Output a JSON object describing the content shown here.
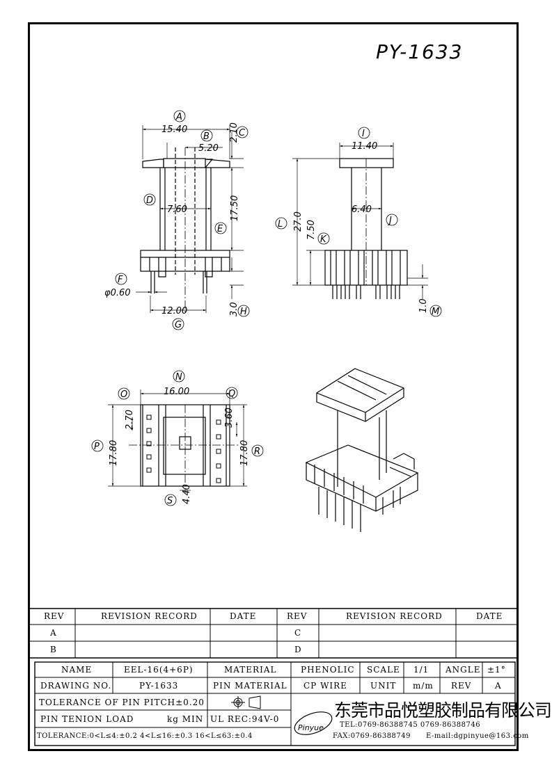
{
  "drawing": {
    "part_number": "PY-1633",
    "dims": {
      "A": "A",
      "B": "B",
      "C": "C",
      "D": "D",
      "E": "E",
      "F": "F",
      "G": "G",
      "H": "H",
      "I": "I",
      "J": "J",
      "K": "K",
      "L": "L",
      "M": "M",
      "N": "N",
      "O": "O",
      "P": "P",
      "Q": "Q",
      "R": "R",
      "S": "S",
      "v15_40": "15.40",
      "v5_20": "5.20",
      "v2_10": "2.10",
      "v7_60": "7.60",
      "v17_50": "17.50",
      "v0_60": "φ0.60",
      "v12_00": "12.00",
      "v3_0": "3.0",
      "v11_40": "11.40",
      "v27_0": "27.0",
      "v6_40": "6.40",
      "v7_50": "7.50",
      "v1_0": "1.0",
      "v16_00": "16.00",
      "v2_70": "2.70",
      "v3_60": "3.60",
      "v17_80a": "17.80",
      "v17_80b": "17.80",
      "v4_40": "4.40"
    }
  },
  "revisions": {
    "h_rev": "REV",
    "h_record": "REVISION RECORD",
    "h_date": "DATE",
    "h_rev2": "REV",
    "h_record2": "REVISION RECORD",
    "h_date2": "DATE",
    "rowA": "A",
    "rowB": "B",
    "rowC": "C",
    "rowD": "D"
  },
  "titleblock": {
    "name_label": "NAME",
    "name_value": "EEL-16(4+6P)",
    "material_label": "MATERIAL",
    "material_value": "PHENOLIC",
    "scale_label": "SCALE",
    "scale_value": "1/1",
    "angle_label": "ANGLE",
    "angle_value": "±1°",
    "drawing_no_label": "DRAWING NO.",
    "drawing_no_value": "PY-1633",
    "pin_material_label": "PIN MATERIAL",
    "pin_material_value": "CP WIRE",
    "unit_label": "UNIT",
    "unit_value": "m/m",
    "rev_label": "REV",
    "rev_value": "A",
    "tol_pitch": "TOLERANCE OF PIN PITCH±0.20",
    "pin_load_label": "PIN TENION LOAD",
    "pin_load_unit": "kg MIN",
    "ul_rec": "UL REC:94V-0",
    "tolerance_line": "TOLERANCE:0<L≤4:±0.2  4<L≤16:±0.3  16<L≤63:±0.4",
    "logo_text": "Pinyue",
    "company": "东莞市品悦塑胶制品有限公司",
    "tel": "TEL:0769-86388745    0769-86388746",
    "fax": "FAX:0769-86388749",
    "email": "E-mail:dgpinyue@163.com"
  }
}
